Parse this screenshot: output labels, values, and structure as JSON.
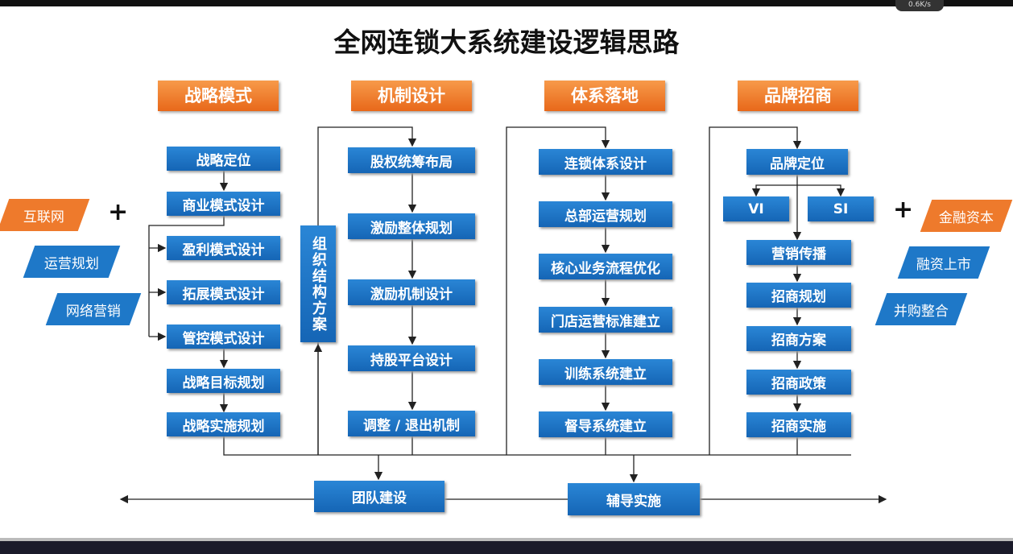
{
  "title": "全网连锁大系统建设逻辑思路",
  "status": {
    "net_speed": "0.6K/s"
  },
  "columns": [
    {
      "header": "战略模式",
      "items": [
        "战略定位",
        "商业模式设计",
        "盈利模式设计",
        "拓展模式设计",
        "管控模式设计",
        "战略目标规划",
        "战略实施规划"
      ]
    },
    {
      "header": "机制设计",
      "items": [
        "股权统筹布局",
        "激励整体规划",
        "激励机制设计",
        "持股平台设计",
        "调整 / 退出机制"
      ],
      "side": "组织结构方案"
    },
    {
      "header": "体系落地",
      "items": [
        "连锁体系设计",
        "总部运营规划",
        "核心业务流程优化",
        "门店运营标准建立",
        "训练系统建立",
        "督导系统建立"
      ]
    },
    {
      "header": "品牌招商",
      "top": "品牌定位",
      "split": [
        "VI",
        "SI"
      ],
      "items": [
        "营销传播",
        "招商规划",
        "招商方案",
        "招商政策",
        "招商实施"
      ]
    }
  ],
  "left": [
    "互联网",
    "运营规划",
    "网络营销"
  ],
  "right": [
    "金融资本",
    "融资上市",
    "并购整合"
  ],
  "plus": "+",
  "bottom": [
    "团队建设",
    "辅导实施"
  ],
  "colors": {
    "orange": "#ee7a2c",
    "blue": "#1a6fc0"
  }
}
